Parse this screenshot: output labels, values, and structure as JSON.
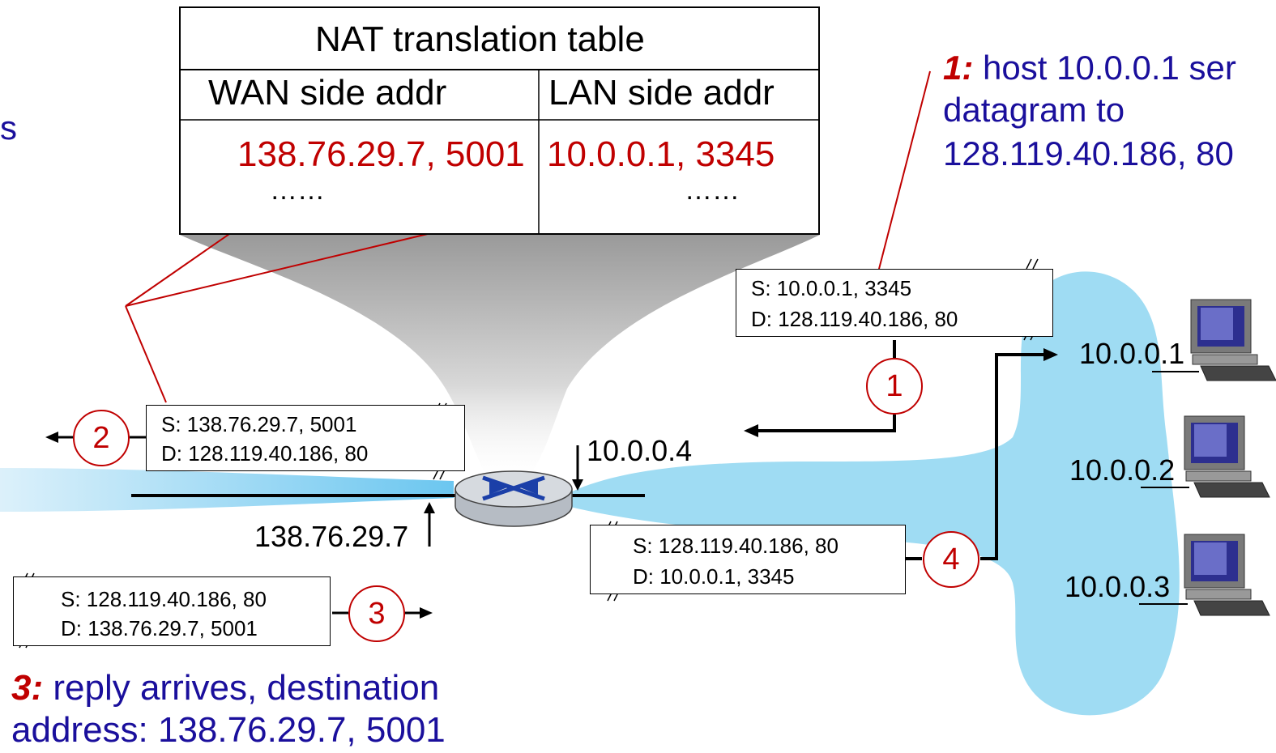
{
  "nat_table": {
    "title": "NAT translation table",
    "headers": [
      "WAN side addr",
      "LAN side addr"
    ],
    "rows": [
      [
        "138.76.29.7, 5001",
        "10.0.0.1, 3345"
      ],
      [
        "……",
        "……"
      ]
    ]
  },
  "notes": {
    "note1_num": "1:",
    "note1_line1": "host 10.0.0.1 ser",
    "note1_line2": "datagram to",
    "note1_line3": "128.119.40.186, 80",
    "note3_num": "3:",
    "note3_line1": "reply arrives, destination",
    "note3_line2": "address: 138.76.29.7, 5001",
    "left_fragment": "s"
  },
  "packets": {
    "p1": {
      "src": "S: 10.0.0.1, 3345",
      "dst": "D: 128.119.40.186, 80"
    },
    "p2": {
      "src": "S: 138.76.29.7, 5001",
      "dst": "D: 128.119.40.186, 80"
    },
    "p3": {
      "src": "S: 128.119.40.186, 80",
      "dst": "D: 138.76.29.7, 5001"
    },
    "p4": {
      "src": "S: 128.119.40.186, 80",
      "dst": "D: 10.0.0.1, 3345"
    }
  },
  "steps": [
    "1",
    "2",
    "3",
    "4"
  ],
  "addresses": {
    "router_lan": "10.0.0.4",
    "router_wan": "138.76.29.7",
    "host1": "10.0.0.1",
    "host2": "10.0.0.2",
    "host3": "10.0.0.3"
  },
  "colors": {
    "step_red": "#c00000",
    "note_blue": "#1a0f9c",
    "lan_cloud": "#9fdcf3"
  },
  "icons": [
    "router-icon",
    "desktop-computer-icon"
  ]
}
